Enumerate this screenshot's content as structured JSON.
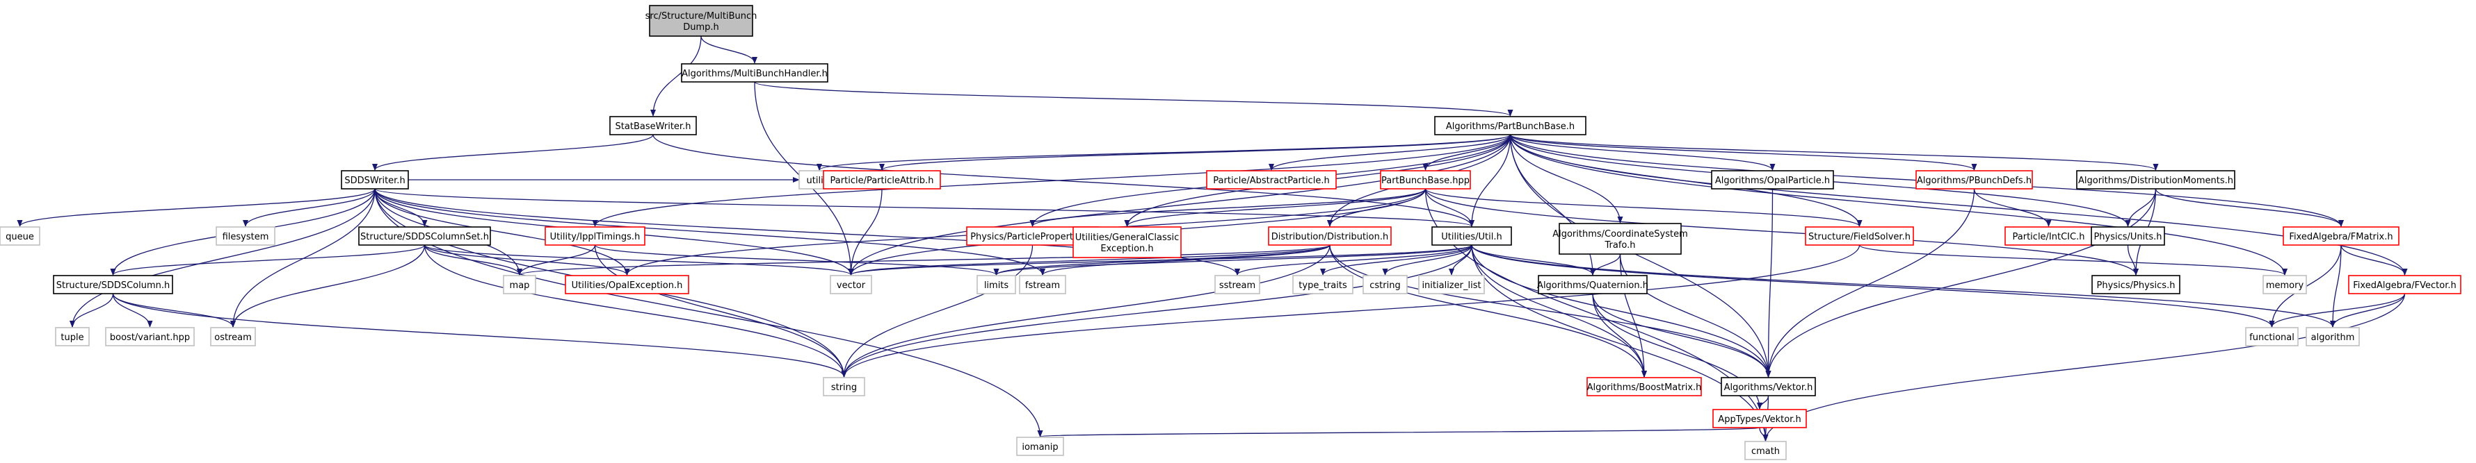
{
  "diagram": {
    "colors": {
      "edge": "#191970",
      "root_fill": "#bfbfbf",
      "node_fill": "#ffffff",
      "node_border": "#000000",
      "undocumented_border": "#ff0000",
      "external_border": "#bfbfbf",
      "text": "#000000"
    },
    "nodes": [
      {
        "id": "root",
        "label": [
          "src/Structure/MultiBunch",
          "Dump.h"
        ],
        "kind": "root"
      },
      {
        "id": "mbh",
        "label": [
          "Algorithms/MultiBunchHandler.h"
        ],
        "kind": "doc"
      },
      {
        "id": "sbw",
        "label": [
          "StatBaseWriter.h"
        ],
        "kind": "doc"
      },
      {
        "id": "pbb",
        "label": [
          "Algorithms/PartBunchBase.h"
        ],
        "kind": "doc"
      },
      {
        "id": "sdds",
        "label": [
          "SDDSWriter.h"
        ],
        "kind": "doc"
      },
      {
        "id": "queue",
        "label": [
          "queue"
        ],
        "kind": "ext"
      },
      {
        "id": "filesystem",
        "label": [
          "filesystem"
        ],
        "kind": "ext"
      },
      {
        "id": "sddscolset",
        "label": [
          "Structure/SDDSColumnSet.h"
        ],
        "kind": "doc"
      },
      {
        "id": "sddscol",
        "label": [
          "Structure/SDDSColumn.h"
        ],
        "kind": "doc"
      },
      {
        "id": "tuple",
        "label": [
          "tuple"
        ],
        "kind": "ext"
      },
      {
        "id": "variant",
        "label": [
          "boost/variant.hpp"
        ],
        "kind": "ext"
      },
      {
        "id": "ostream",
        "label": [
          "ostream"
        ],
        "kind": "ext"
      },
      {
        "id": "utility",
        "label": [
          "utility"
        ],
        "kind": "ext"
      },
      {
        "id": "pattrib",
        "label": [
          "Particle/ParticleAttrib.h"
        ],
        "kind": "undoc"
      },
      {
        "id": "abspart",
        "label": [
          "Particle/AbstractParticle.h"
        ],
        "kind": "undoc"
      },
      {
        "id": "ippl",
        "label": [
          "Utility/IpplTimings.h"
        ],
        "kind": "undoc"
      },
      {
        "id": "map",
        "label": [
          "map"
        ],
        "kind": "ext"
      },
      {
        "id": "opalexc",
        "label": [
          "Utilities/OpalException.h"
        ],
        "kind": "undoc"
      },
      {
        "id": "vector",
        "label": [
          "vector"
        ],
        "kind": "ext"
      },
      {
        "id": "limits",
        "label": [
          "limits"
        ],
        "kind": "ext"
      },
      {
        "id": "fstream",
        "label": [
          "fstream"
        ],
        "kind": "ext"
      },
      {
        "id": "sstream",
        "label": [
          "sstream"
        ],
        "kind": "ext"
      },
      {
        "id": "string",
        "label": [
          "string"
        ],
        "kind": "ext"
      },
      {
        "id": "iomanip",
        "label": [
          "iomanip"
        ],
        "kind": "ext"
      },
      {
        "id": "pbbhpp",
        "label": [
          "PartBunchBase.hpp"
        ],
        "kind": "undoc"
      },
      {
        "id": "physprop",
        "label": [
          "Physics/ParticleProperties.h"
        ],
        "kind": "undoc"
      },
      {
        "id": "genexc",
        "label": [
          "Utilities/GeneralClassic",
          "Exception.h"
        ],
        "kind": "undoc"
      },
      {
        "id": "dist",
        "label": [
          "Distribution/Distribution.h"
        ],
        "kind": "undoc"
      },
      {
        "id": "util",
        "label": [
          "Utilities/Util.h"
        ],
        "kind": "doc"
      },
      {
        "id": "type_traits",
        "label": [
          "type_traits"
        ],
        "kind": "ext"
      },
      {
        "id": "cstring",
        "label": [
          "cstring"
        ],
        "kind": "ext"
      },
      {
        "id": "initlist",
        "label": [
          "initializer_list"
        ],
        "kind": "ext"
      },
      {
        "id": "coordsys",
        "label": [
          "Algorithms/CoordinateSystem",
          "Trafo.h"
        ],
        "kind": "doc"
      },
      {
        "id": "opalpart",
        "label": [
          "Algorithms/OpalParticle.h"
        ],
        "kind": "doc"
      },
      {
        "id": "quat",
        "label": [
          "Algorithms/Quaternion.h"
        ],
        "kind": "doc"
      },
      {
        "id": "boostmat",
        "label": [
          "Algorithms/BoostMatrix.h"
        ],
        "kind": "undoc"
      },
      {
        "id": "vektor",
        "label": [
          "Algorithms/Vektor.h"
        ],
        "kind": "doc"
      },
      {
        "id": "appvektor",
        "label": [
          "AppTypes/Vektor.h"
        ],
        "kind": "undoc"
      },
      {
        "id": "cmath",
        "label": [
          "cmath"
        ],
        "kind": "ext"
      },
      {
        "id": "fieldsolver",
        "label": [
          "Structure/FieldSolver.h"
        ],
        "kind": "undoc"
      },
      {
        "id": "pbunchdefs",
        "label": [
          "Algorithms/PBunchDefs.h"
        ],
        "kind": "undoc"
      },
      {
        "id": "intcic",
        "label": [
          "Particle/IntCIC.h"
        ],
        "kind": "undoc"
      },
      {
        "id": "distmom",
        "label": [
          "Algorithms/DistributionMoments.h"
        ],
        "kind": "doc"
      },
      {
        "id": "units",
        "label": [
          "Physics/Units.h"
        ],
        "kind": "doc"
      },
      {
        "id": "physics",
        "label": [
          "Physics/Physics.h"
        ],
        "kind": "doc"
      },
      {
        "id": "memory",
        "label": [
          "memory"
        ],
        "kind": "ext"
      },
      {
        "id": "fmatrix",
        "label": [
          "FixedAlgebra/FMatrix.h"
        ],
        "kind": "undoc"
      },
      {
        "id": "fvector",
        "label": [
          "FixedAlgebra/FVector.h"
        ],
        "kind": "undoc"
      },
      {
        "id": "functional",
        "label": [
          "functional"
        ],
        "kind": "ext"
      },
      {
        "id": "algorithm",
        "label": [
          "algorithm"
        ],
        "kind": "ext"
      }
    ],
    "edges": [
      [
        "root",
        "mbh"
      ],
      [
        "root",
        "sbw"
      ],
      [
        "mbh",
        "pbb"
      ],
      [
        "mbh",
        "vector"
      ],
      [
        "sbw",
        "sdds"
      ],
      [
        "sbw",
        "util"
      ],
      [
        "sdds",
        "queue"
      ],
      [
        "sdds",
        "filesystem"
      ],
      [
        "sdds",
        "sddscolset"
      ],
      [
        "sdds",
        "sddscol"
      ],
      [
        "sdds",
        "tuple"
      ],
      [
        "sdds",
        "ostream"
      ],
      [
        "sdds",
        "map"
      ],
      [
        "sdds",
        "vector"
      ],
      [
        "sdds",
        "string"
      ],
      [
        "sdds",
        "iomanip"
      ],
      [
        "sdds",
        "opalexc"
      ],
      [
        "sdds",
        "utility"
      ],
      [
        "sdds",
        "fstream"
      ],
      [
        "sdds",
        "sstream"
      ],
      [
        "sdds",
        "util"
      ],
      [
        "sddscolset",
        "sddscol"
      ],
      [
        "sddscolset",
        "map"
      ],
      [
        "sddscolset",
        "vector"
      ],
      [
        "sddscolset",
        "string"
      ],
      [
        "sddscolset",
        "ostream"
      ],
      [
        "sddscolset",
        "opalexc"
      ],
      [
        "sddscol",
        "tuple"
      ],
      [
        "sddscol",
        "variant"
      ],
      [
        "sddscol",
        "ostream"
      ],
      [
        "sddscol",
        "string"
      ],
      [
        "pbb",
        "pattrib"
      ],
      [
        "pbb",
        "abspart"
      ],
      [
        "pbb",
        "ippl"
      ],
      [
        "pbb",
        "utility"
      ],
      [
        "pbb",
        "vector"
      ],
      [
        "pbb",
        "pbbhpp"
      ],
      [
        "pbb",
        "physprop"
      ],
      [
        "pbb",
        "genexc"
      ],
      [
        "pbb",
        "dist"
      ],
      [
        "pbb",
        "util"
      ],
      [
        "pbb",
        "coordsys"
      ],
      [
        "pbb",
        "opalpart"
      ],
      [
        "pbb",
        "quat"
      ],
      [
        "pbb",
        "vektor"
      ],
      [
        "pbb",
        "fieldsolver"
      ],
      [
        "pbb",
        "pbunchdefs"
      ],
      [
        "pbb",
        "distmom"
      ],
      [
        "pbb",
        "units"
      ],
      [
        "pbb",
        "memory"
      ],
      [
        "pbb",
        "fmatrix"
      ],
      [
        "pbb",
        "fvector"
      ],
      [
        "pattrib",
        "utility"
      ],
      [
        "pattrib",
        "vector"
      ],
      [
        "ippl",
        "map"
      ],
      [
        "ippl",
        "string"
      ],
      [
        "ippl",
        "limits"
      ],
      [
        "pbbhpp",
        "physprop"
      ],
      [
        "pbbhpp",
        "genexc"
      ],
      [
        "pbbhpp",
        "dist"
      ],
      [
        "pbbhpp",
        "util"
      ],
      [
        "pbbhpp",
        "fieldsolver"
      ],
      [
        "pbbhpp",
        "physics"
      ],
      [
        "pbbhpp",
        "vector"
      ],
      [
        "pbbhpp",
        "cmath"
      ],
      [
        "pbbhpp",
        "opalexc"
      ],
      [
        "physprop",
        "string"
      ],
      [
        "dist",
        "vector"
      ],
      [
        "dist",
        "string"
      ],
      [
        "dist",
        "fstream"
      ],
      [
        "dist",
        "boostmat"
      ],
      [
        "dist",
        "vektor"
      ],
      [
        "dist",
        "map"
      ],
      [
        "dist",
        "limits"
      ],
      [
        "util",
        "vektor"
      ],
      [
        "util",
        "quat"
      ],
      [
        "util",
        "string"
      ],
      [
        "util",
        "sstream"
      ],
      [
        "util",
        "type_traits"
      ],
      [
        "util",
        "cstring"
      ],
      [
        "util",
        "initlist"
      ],
      [
        "util",
        "cmath"
      ],
      [
        "util",
        "functional"
      ],
      [
        "util",
        "algorithm"
      ],
      [
        "util",
        "vector"
      ],
      [
        "util",
        "limits"
      ],
      [
        "util",
        "boostmat"
      ],
      [
        "coordsys",
        "quat"
      ],
      [
        "coordsys",
        "vektor"
      ],
      [
        "coordsys",
        "boostmat"
      ],
      [
        "opalpart",
        "vektor"
      ],
      [
        "quat",
        "vektor"
      ],
      [
        "quat",
        "boostmat"
      ],
      [
        "quat",
        "appvektor"
      ],
      [
        "vektor",
        "appvektor"
      ],
      [
        "vektor",
        "cmath"
      ],
      [
        "appvektor",
        "iomanip"
      ],
      [
        "appvektor",
        "cmath"
      ],
      [
        "fieldsolver",
        "string"
      ],
      [
        "fieldsolver",
        "memory"
      ],
      [
        "pbunchdefs",
        "intcic"
      ],
      [
        "pbunchdefs",
        "vektor"
      ],
      [
        "distmom",
        "units"
      ],
      [
        "distmom",
        "vektor"
      ],
      [
        "distmom",
        "physics"
      ],
      [
        "distmom",
        "fmatrix"
      ],
      [
        "units",
        "physics"
      ],
      [
        "fmatrix",
        "functional"
      ],
      [
        "fmatrix",
        "algorithm"
      ],
      [
        "fmatrix",
        "fvector"
      ],
      [
        "fvector",
        "functional"
      ],
      [
        "fvector",
        "algorithm"
      ],
      [
        "fvector",
        "cmath"
      ]
    ]
  }
}
